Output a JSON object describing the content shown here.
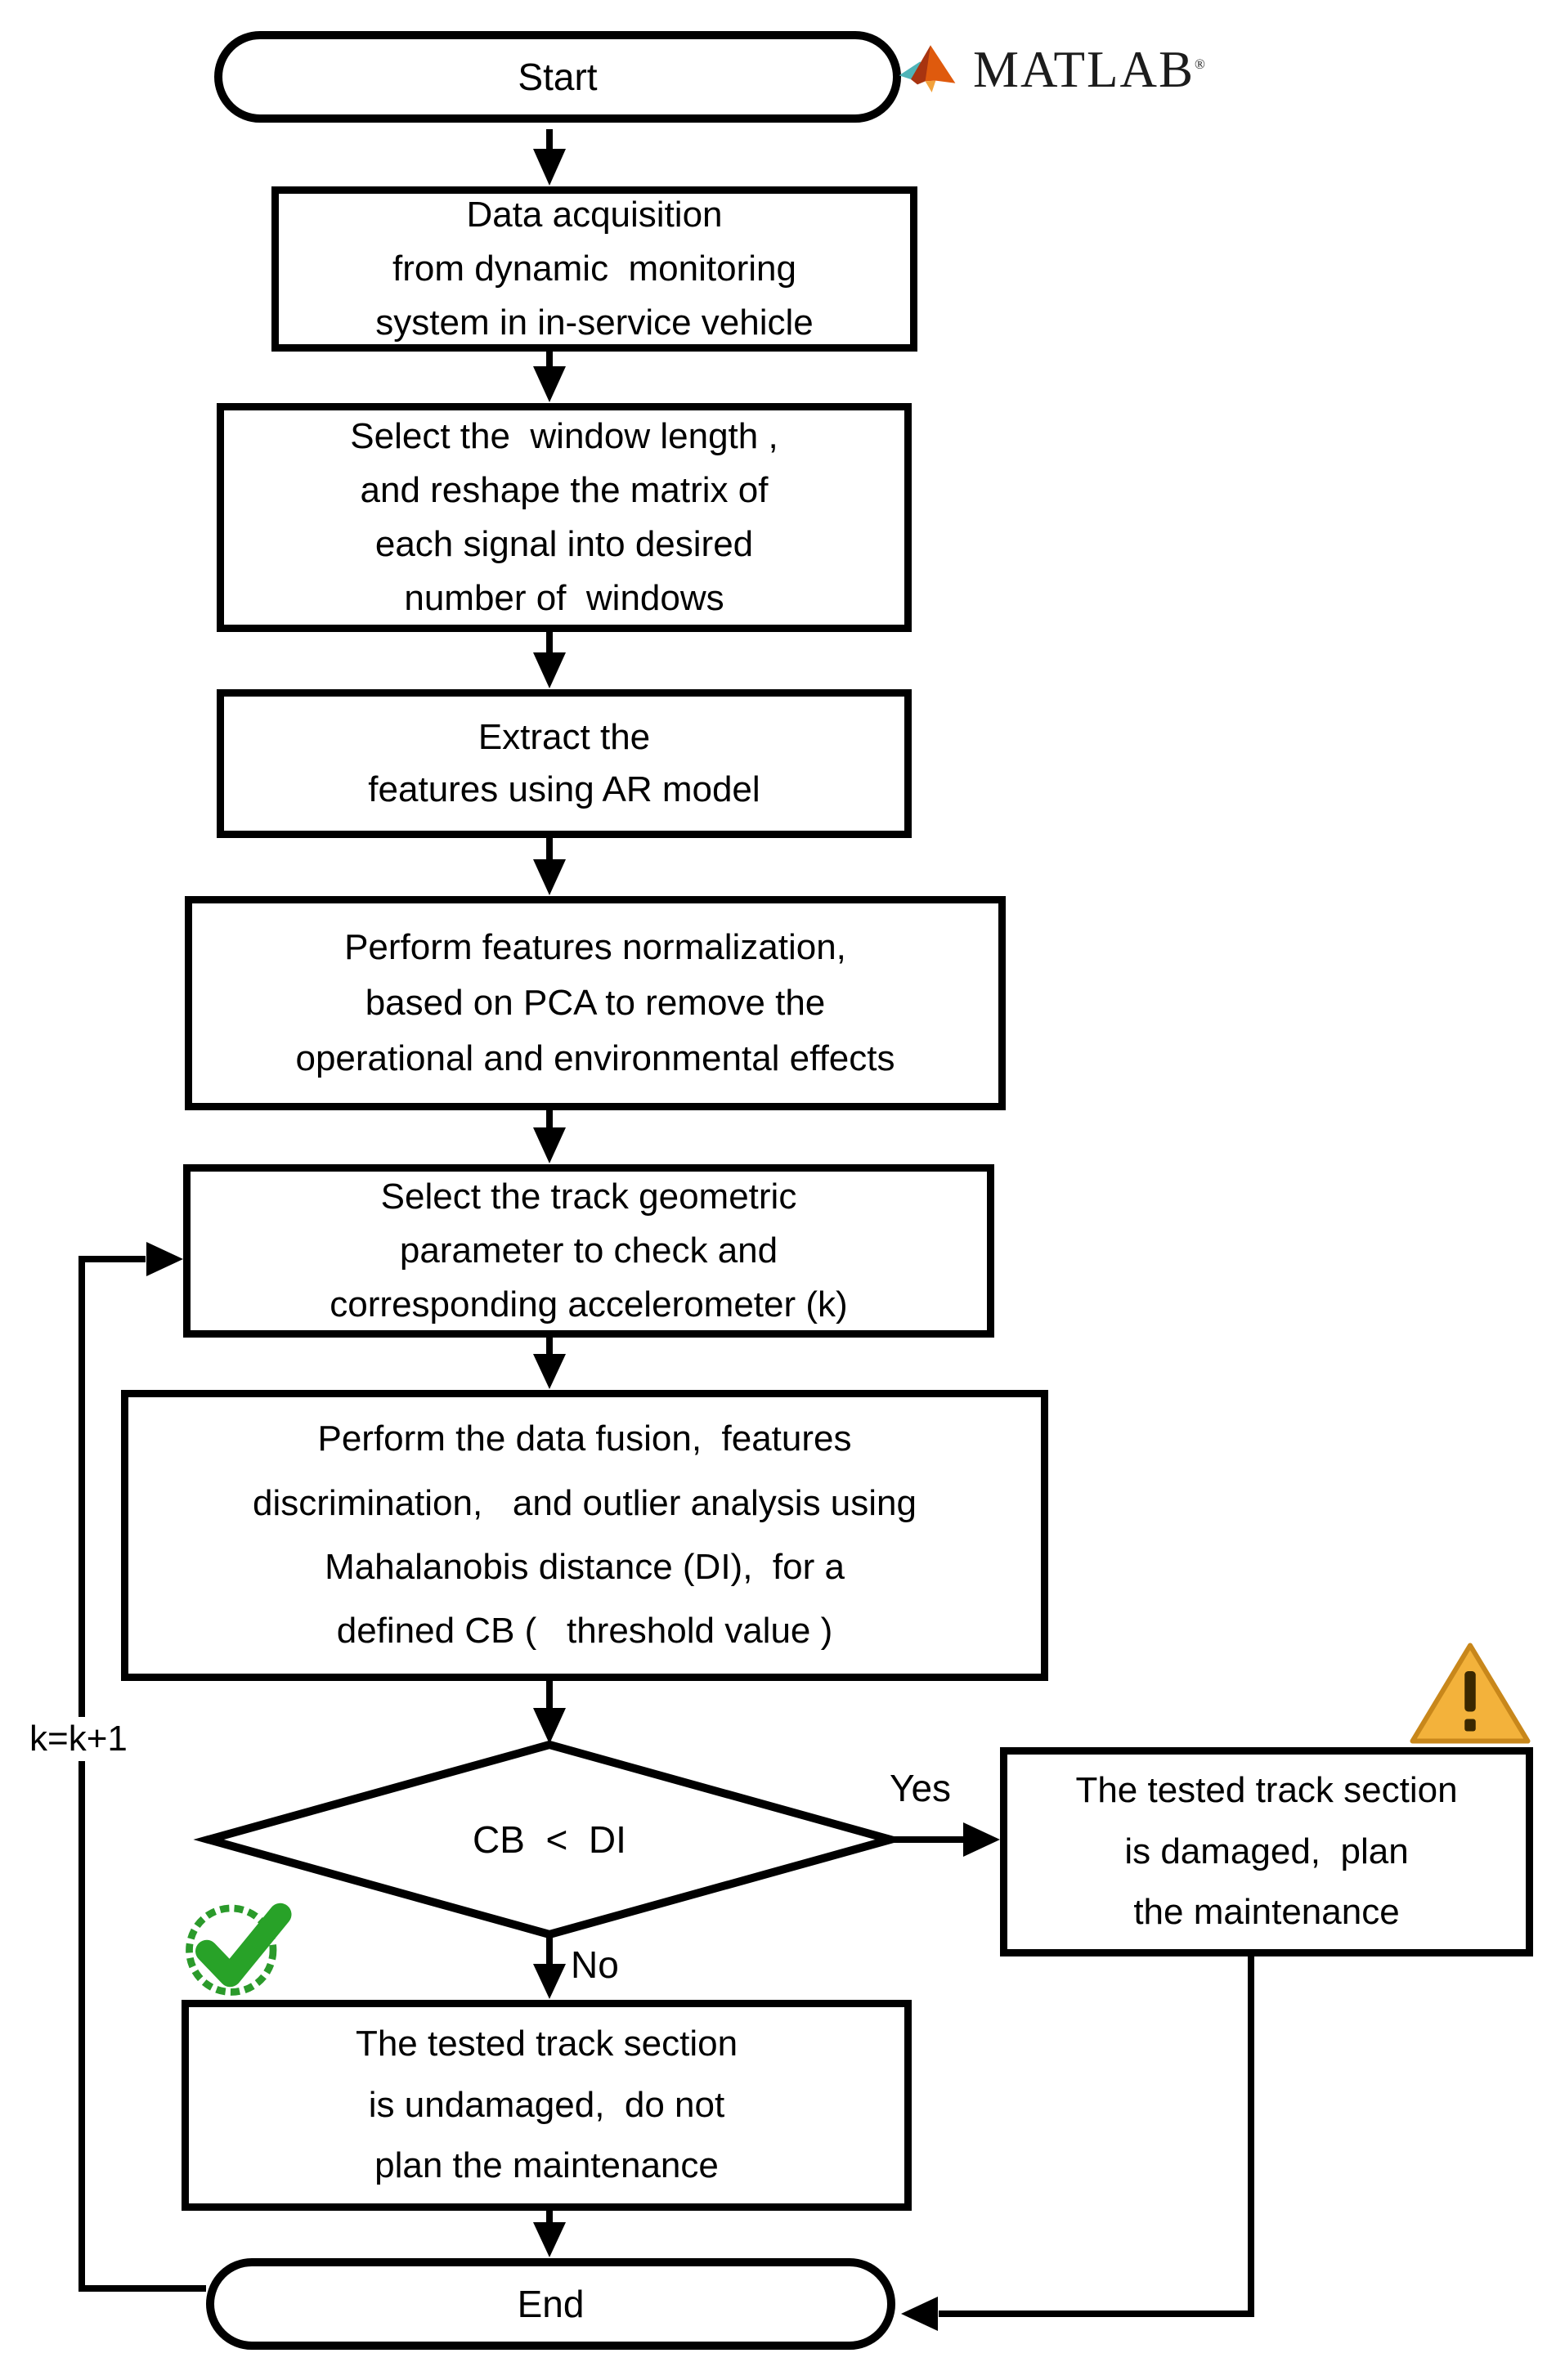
{
  "page": {
    "background": "#ffffff",
    "line_color": "#000000"
  },
  "logo": {
    "brand": "MATLAB",
    "registered_mark": "®"
  },
  "nodes": {
    "start": {
      "label": "Start"
    },
    "acquisition": {
      "text": "Data acquisition\nfrom dynamic  monitoring\nsystem in in-service vehicle"
    },
    "window": {
      "text": "Select the  window length ,\nand reshape the matrix of\neach signal into desired\nnumber of  windows"
    },
    "extract": {
      "text": "Extract the\nfeatures using AR model"
    },
    "normalize": {
      "text": "Perform features normalization,\nbased on PCA to remove the\noperational and environmental effects"
    },
    "select_parameter": {
      "text": "Select the track geometric\nparameter to check and\ncorresponding accelerometer (k)"
    },
    "fusion": {
      "text": "Perform the data fusion,  features\ndiscrimination,   and outlier analysis using\nMahalanobis distance (DI),  for a\ndefined CB (   threshold value )"
    },
    "decision": {
      "label": "CB  <  DI"
    },
    "damaged": {
      "text": "The tested track section\nis damaged,  plan\nthe maintenance"
    },
    "undamaged": {
      "text": "The tested track section\nis undamaged,  do not\nplan the maintenance"
    },
    "end": {
      "label": "End"
    }
  },
  "edges": {
    "yes_label": "Yes",
    "no_label": "No",
    "loop_label": "k=k+1"
  },
  "icons": {
    "matlab_logo": {
      "name": "matlab-logo",
      "teal": "#4FB4B8",
      "dark_red": "#A83410",
      "orange": "#DF5A0D",
      "light_orange": "#F2A23C",
      "text_color": "#1c1c1c"
    },
    "warning": {
      "name": "warning-triangle",
      "fill": "#F3B23B",
      "border": "#C8871B",
      "mark": "#3A2800"
    },
    "check": {
      "name": "check-circle",
      "green": "#28A228",
      "ring": "#2B9A2B"
    }
  }
}
